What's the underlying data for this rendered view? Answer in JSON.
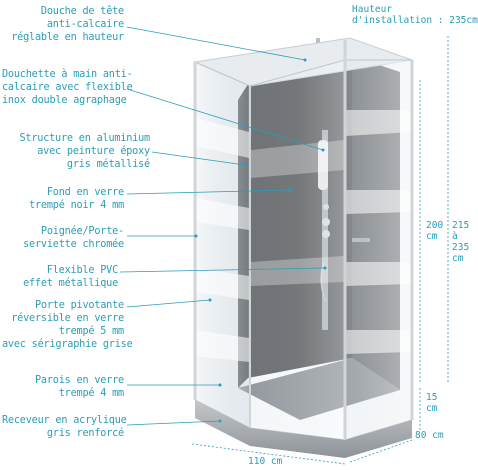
{
  "labels": [
    {
      "key": "douche_tete",
      "text": "Douche de tête\nanti-calcaire\nréglable en hauteur"
    },
    {
      "key": "douchette",
      "text": "Douchette à main anti-\ncalcaire avec flexible\ninox double agraphage"
    },
    {
      "key": "structure",
      "text": "Structure en aluminium\navec peinture époxy\ngris métallisé"
    },
    {
      "key": "fond",
      "text": "Fond en verre\ntrempé noir 4 mm"
    },
    {
      "key": "poignee",
      "text": "Poignée/Porte-\nserviette chromée"
    },
    {
      "key": "flexible",
      "text": "Flexible PVC\neffet métallique"
    },
    {
      "key": "porte",
      "text": "Porte pivotante\nréversible en verre\ntrempé 5 mm\navec sérigraphie grise"
    },
    {
      "key": "parois",
      "text": "Parois en verre\ntrempé 4 mm"
    },
    {
      "key": "receveur",
      "text": "Receveur en acrylique\ngris renforcé"
    }
  ],
  "dimensions": {
    "hauteur_install": "Hauteur\nd'installation : 235cm",
    "h200": "200\ncm",
    "h215": "215\nà\n235\ncm",
    "h15": "15\ncm",
    "w110": "110 cm",
    "d80": "80 cm"
  },
  "colors": {
    "accent": "#2a9db7",
    "glass": "#d9e4ea",
    "dark": "#2b2d30",
    "frame": "#c8cdd1"
  }
}
